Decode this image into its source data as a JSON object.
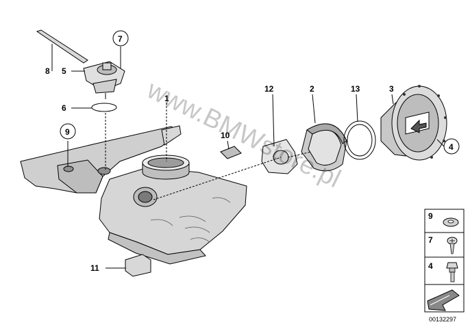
{
  "callouts": {
    "c1": "1",
    "c2": "2",
    "c3": "3",
    "c4": "4",
    "c5": "5",
    "c6": "6",
    "c7": "7",
    "c8": "8",
    "c9": "9",
    "c10": "10",
    "c11": "11",
    "c12": "12",
    "c13": "13"
  },
  "legend": {
    "l9": "9",
    "l7": "7",
    "l4": "4"
  },
  "watermark": "www.BMWstore.pl",
  "document_number": "00132297"
}
